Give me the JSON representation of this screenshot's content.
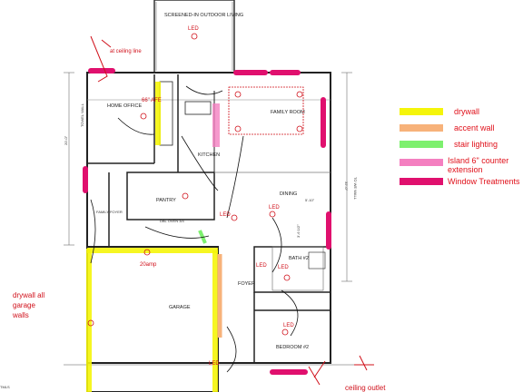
{
  "rooms": {
    "screened": "SCREENED-IN OUTDOOR LIVING",
    "home_office": "HOME OFFICE",
    "family_room": "FAMILY ROOM",
    "kitchen": "KITCHEN",
    "pantry": "PANTRY",
    "dining": "DINING",
    "family_foyer": "FAMILY FOYER",
    "bath2": "BATH #2",
    "foyer": "FOYER",
    "garage": "GARAGE",
    "bedroom2": "BEDROOM #2"
  },
  "notes": {
    "ceiling_line": "at ceiling line",
    "afe": "66\" AFE",
    "led_labels": [
      "LED",
      "LED",
      "LED",
      "LED",
      "LED",
      "LED",
      "LED"
    ],
    "amp": "20amp",
    "drywall_note": [
      "drywall all",
      "garage",
      "walls"
    ],
    "ceiling_outlet": "ceiling outlet",
    "tmls": "TMLS"
  },
  "dimensions": {
    "top": "20'-0\"",
    "left_a": "TOWEL WALL",
    "right": "32'-0\"",
    "right_sub": "TO WE WALL",
    "cab": "DBL OVEN 3/4",
    "dining_dim": "5'-10\"",
    "bath_dim": "3'-6 1/2\""
  },
  "legend": [
    {
      "label": "drywall",
      "color": "#f5f50a"
    },
    {
      "label": "accent wall",
      "color": "#f7b27a"
    },
    {
      "label": "stair lighting",
      "color": "#7df06e"
    },
    {
      "label": "Island 6\" counter extension",
      "lines": [
        "Island 6\" counter",
        "extension"
      ],
      "color": "#f47fc0"
    },
    {
      "label": "Window Treatments",
      "color": "#e0106e"
    }
  ]
}
